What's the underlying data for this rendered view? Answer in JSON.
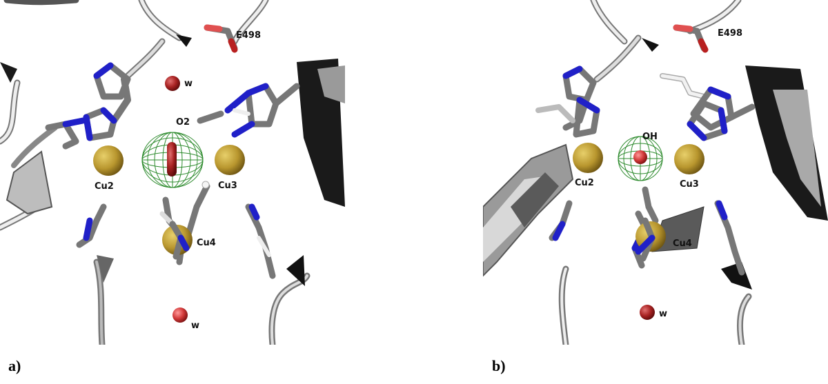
{
  "figure": {
    "panels": [
      {
        "letter": "a)",
        "labels": {
          "residue": "E498",
          "water_top": "w",
          "ligand": "O2",
          "cu2": "Cu2",
          "cu3": "Cu3",
          "cu4": "Cu4",
          "water_bottom": "w"
        }
      },
      {
        "letter": "b)",
        "labels": {
          "residue": "E498",
          "ligand": "OH",
          "cu2": "Cu2",
          "cu3": "Cu3",
          "cu4": "Cu4",
          "water_bottom": "w"
        }
      }
    ]
  },
  "colors": {
    "copper": "#b8962e",
    "nitrogen": "#1c1cc8",
    "carbon": "#7a7a7a",
    "ribbon_light": "#e6e6e6",
    "oxygen": "#c83232",
    "density_mesh": "#2e8b2e"
  }
}
